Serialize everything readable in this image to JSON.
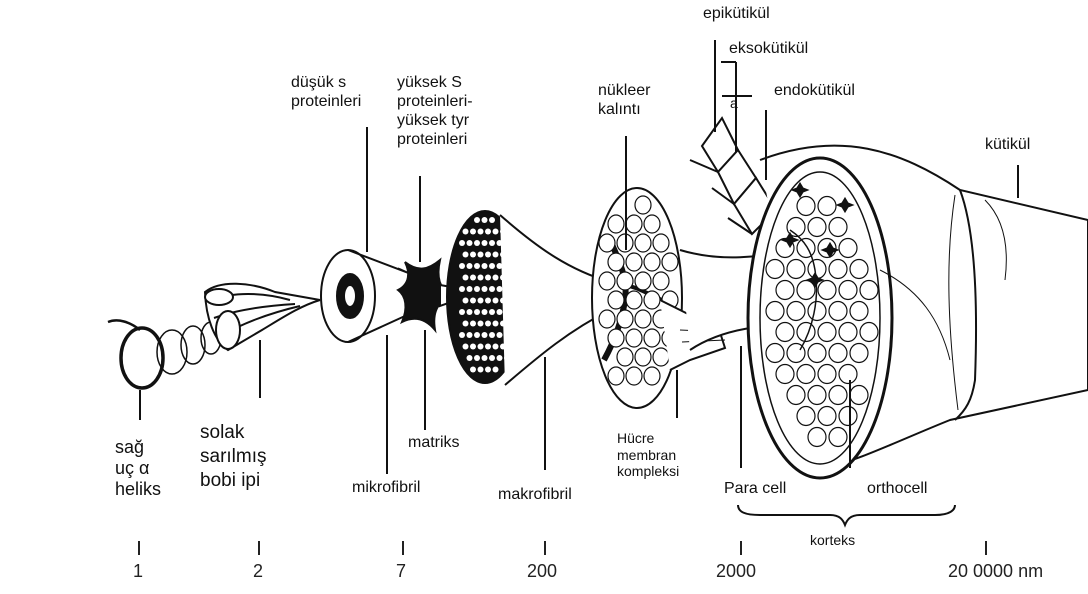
{
  "labels": {
    "right_helix": "sağ\nuç α\nheliks",
    "left_coiled": "solak\nsarılmış\nbobi ipi",
    "low_s_proteins": "düşük s\nproteinleri",
    "high_s_proteins": "yüksek S\nproteinleri-\nyüksek tyr\nproteinleri",
    "microfibril": "mikrofibril",
    "matrix": "matriks",
    "macrofibril": "makrofibril",
    "nuclear_remnant": "nükleer\nkalıntı",
    "cell_membrane": "Hücre\nmembran\nkompleksi",
    "epicuticle": "epikütikül",
    "exocuticle": "eksokütikül",
    "a_label": "a",
    "endocuticle": "endokütikül",
    "cuticle": "kütikül",
    "para_cell": "Para cell",
    "orthocell": "orthocell",
    "cortex": "korteks"
  },
  "scale": [
    "1",
    "2",
    "7",
    "200",
    "2000",
    "20 0000 nm"
  ],
  "colors": {
    "line": "#111111",
    "ink": "#222222",
    "fill": "#ffffff",
    "shade": "#d8d8d8"
  }
}
